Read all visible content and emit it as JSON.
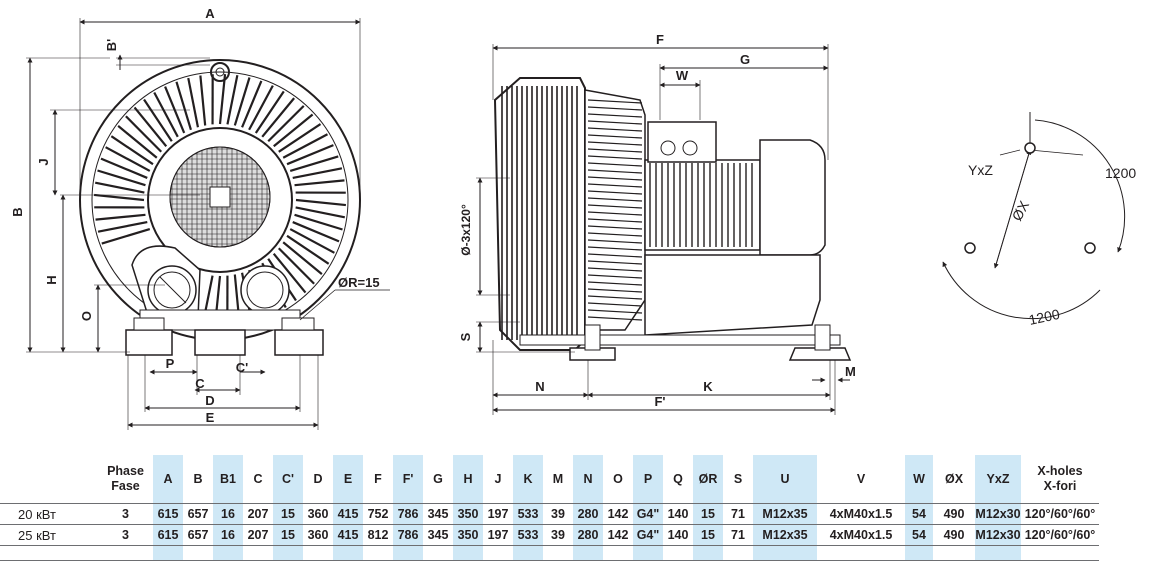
{
  "front_view": {
    "dim_A": "A",
    "dim_B_prime": "B'",
    "dim_B": "B",
    "dim_J": "J",
    "dim_H": "H",
    "dim_O": "O",
    "dim_P": "P",
    "dim_C": "C",
    "dim_C_prime": "C'",
    "dim_D": "D",
    "dim_E": "E",
    "radius": "ØR=15"
  },
  "side_view": {
    "dim_F": "F",
    "dim_G": "G",
    "dim_W": "W",
    "dim_holes": "Ø-3x120°",
    "dim_S": "S",
    "dim_N": "N",
    "dim_K": "K",
    "dim_F_prime": "F'",
    "dim_M": "M"
  },
  "flange_view": {
    "label_yxz": "YxZ",
    "label_ox": "ØX",
    "label_1200_top": "1200",
    "label_1200_bottom": "1200"
  },
  "table": {
    "headers": [
      {
        "label": "Phase\nFase",
        "highlight": false
      },
      {
        "label": "A",
        "highlight": true
      },
      {
        "label": "B",
        "highlight": false
      },
      {
        "label": "B1",
        "highlight": true
      },
      {
        "label": "C",
        "highlight": false
      },
      {
        "label": "C'",
        "highlight": true
      },
      {
        "label": "D",
        "highlight": false
      },
      {
        "label": "E",
        "highlight": true
      },
      {
        "label": "F",
        "highlight": false
      },
      {
        "label": "F'",
        "highlight": true
      },
      {
        "label": "G",
        "highlight": false
      },
      {
        "label": "H",
        "highlight": true
      },
      {
        "label": "J",
        "highlight": false
      },
      {
        "label": "K",
        "highlight": true
      },
      {
        "label": "M",
        "highlight": false
      },
      {
        "label": "N",
        "highlight": true
      },
      {
        "label": "O",
        "highlight": false
      },
      {
        "label": "P",
        "highlight": true
      },
      {
        "label": "Q",
        "highlight": false
      },
      {
        "label": "ØR",
        "highlight": true
      },
      {
        "label": "S",
        "highlight": false
      },
      {
        "label": "U",
        "highlight": true
      },
      {
        "label": "V",
        "highlight": false
      },
      {
        "label": "W",
        "highlight": true
      },
      {
        "label": "ØX",
        "highlight": false
      },
      {
        "label": "YxZ",
        "highlight": true
      },
      {
        "label": "X-holes\nX-fori",
        "highlight": false
      }
    ],
    "rows": [
      {
        "label": "20 кВт",
        "cells": [
          "3",
          "615",
          "657",
          "16",
          "207",
          "15",
          "360",
          "415",
          "752",
          "786",
          "345",
          "350",
          "197",
          "533",
          "39",
          "280",
          "142",
          "G4\"",
          "140",
          "15",
          "71",
          "M12x35",
          "4xM40x1.5",
          "54",
          "490",
          "M12x30",
          "120°/60°/60°"
        ]
      },
      {
        "label": "25 кВт",
        "cells": [
          "3",
          "615",
          "657",
          "16",
          "207",
          "15",
          "360",
          "415",
          "812",
          "786",
          "345",
          "350",
          "197",
          "533",
          "39",
          "280",
          "142",
          "G4\"",
          "140",
          "15",
          "71",
          "M12x35",
          "4xM40x1.5",
          "54",
          "490",
          "M12x30",
          "120°/60°/60°"
        ]
      }
    ]
  }
}
